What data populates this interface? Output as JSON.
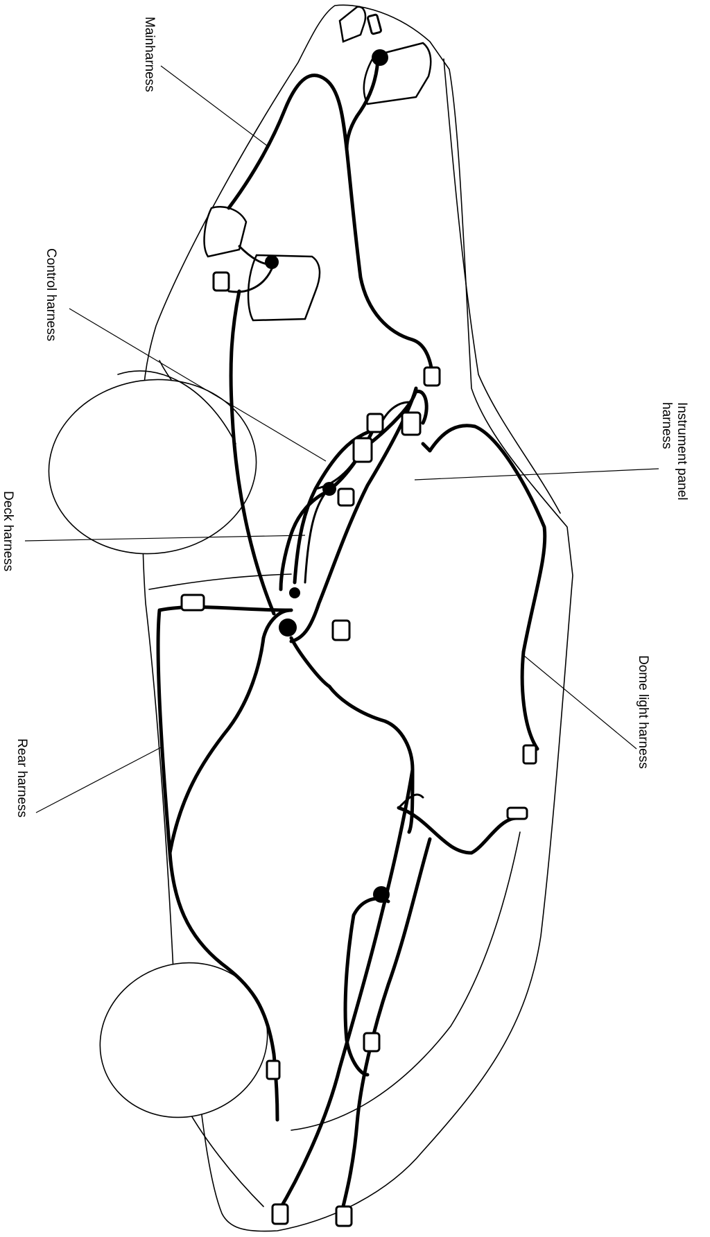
{
  "labels": {
    "main_harness": "Mainharness",
    "control_harness": "Control harness",
    "deck_harness": "Deck harness",
    "instrument_panel_line1": "Instrument panel",
    "instrument_panel_line2": "harness",
    "dome_light_harness": "Dome light harness",
    "rear_harness": "Rear harness"
  }
}
